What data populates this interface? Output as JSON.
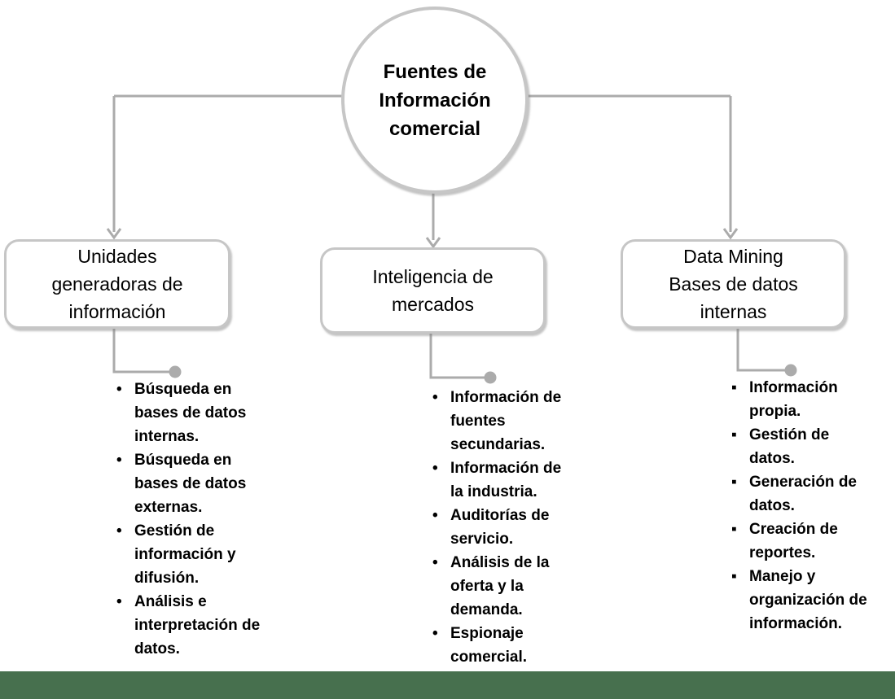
{
  "colors": {
    "connector": "#ABABAB",
    "shape_border": "#C6C6C6",
    "shape_fill": "#FFFFFF",
    "text": "#000000",
    "bottom_bar": "#47704E"
  },
  "root": {
    "title": "Fuentes de\nInformación\ncomercial"
  },
  "branches": [
    {
      "title": "Unidades\ngeneradoras de\ninformación",
      "bullet_char": "•",
      "items": [
        "Búsqueda en\nbases de datos\ninternas.",
        "Búsqueda en\nbases de datos\nexternas.",
        "Gestión de\ninformación y\ndifusión.",
        "Análisis e\ninterpretación de\ndatos."
      ]
    },
    {
      "title": "Inteligencia de\nmercados",
      "bullet_char": "•",
      "items": [
        "Información de\nfuentes\nsecundarias.",
        "Información de\nla industria.",
        "Auditorías de\nservicio.",
        "Análisis de la\noferta y la\ndemanda.",
        "Espionaje\ncomercial."
      ]
    },
    {
      "title": "Data Mining\nBases de datos\ninternas",
      "bullet_char": "▪",
      "items": [
        "Información\npropia.",
        "Gestión de\ndatos.",
        "Generación de\ndatos.",
        "Creación de\nreportes.",
        "Manejo y\norganización de\ninformación."
      ]
    }
  ]
}
